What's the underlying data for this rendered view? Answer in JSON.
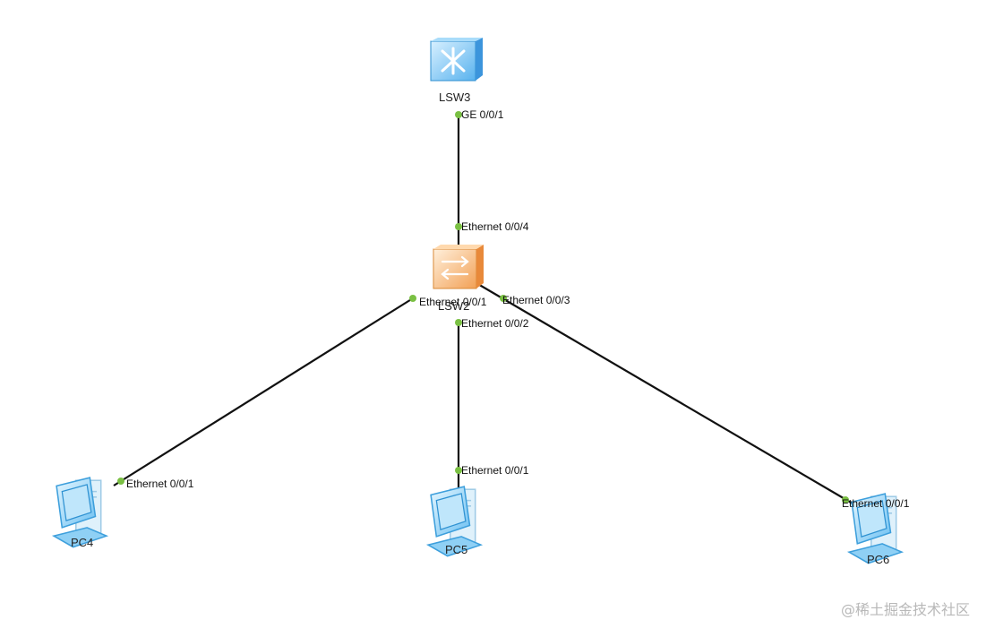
{
  "devices": {
    "lsw3": {
      "name": "LSW3",
      "icon": "l3-switch-icon"
    },
    "lsw2": {
      "name": "LSW2",
      "icon": "l2-switch-icon"
    },
    "pc4": {
      "name": "PC4",
      "icon": "pc-icon"
    },
    "pc5": {
      "name": "PC5",
      "icon": "pc-icon"
    },
    "pc6": {
      "name": "PC6",
      "icon": "pc-icon"
    }
  },
  "links": [
    {
      "a": "LSW3",
      "a_port": "GE 0/0/1",
      "b": "LSW2",
      "b_port": "Ethernet 0/0/4"
    },
    {
      "a": "LSW2",
      "a_port": "Ethernet 0/0/1",
      "b": "PC4",
      "b_port": "Ethernet 0/0/1"
    },
    {
      "a": "LSW2",
      "a_port": "Ethernet 0/0/2",
      "b": "PC5",
      "b_port": "Ethernet 0/0/1"
    },
    {
      "a": "LSW2",
      "a_port": "Ethernet 0/0/3",
      "b": "PC6",
      "b_port": "Ethernet 0/0/1"
    }
  ],
  "colors": {
    "link": "#111111",
    "port_dot": "#7ac043",
    "l3_switch": "#5ab4f0",
    "l2_switch": "#f4a55a",
    "pc": "#74c4f4"
  },
  "watermark": "@稀土掘金技术社区"
}
